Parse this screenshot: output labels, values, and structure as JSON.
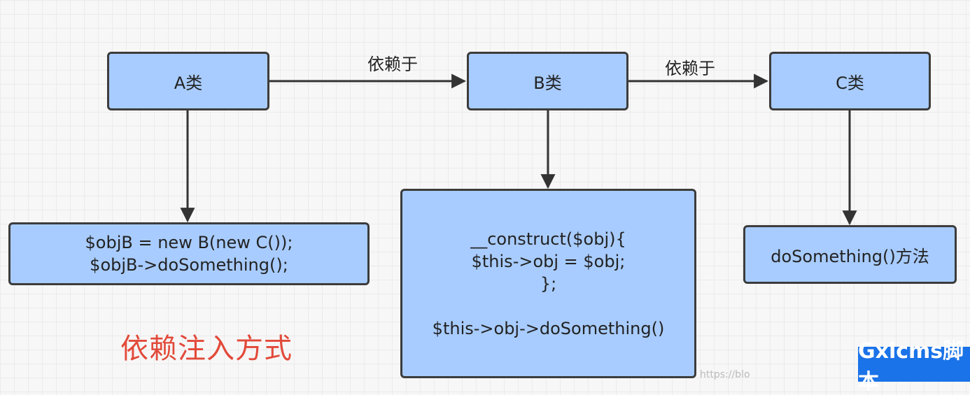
{
  "nodes": {
    "a": "A类",
    "b": "B类",
    "c": "C类",
    "a_code": "$objB = new B(new C());\n$objB->doSomething();",
    "b_code": "__construct($obj){\n$this->obj = $obj;\n};\n\n$this->obj->doSomething()",
    "c_code": "doSomething()方法"
  },
  "edges": {
    "a_to_b_label": "依赖于",
    "b_to_c_label": "依赖于"
  },
  "caption": "依赖注入方式",
  "watermark": "Gxlcms脚本",
  "watermark_url_fragment": "https://blo",
  "colors": {
    "node_fill": "#a8ccff",
    "node_border": "#3c3c3c",
    "caption": "#e24a3a",
    "watermark_bg": "#1a73e8"
  }
}
